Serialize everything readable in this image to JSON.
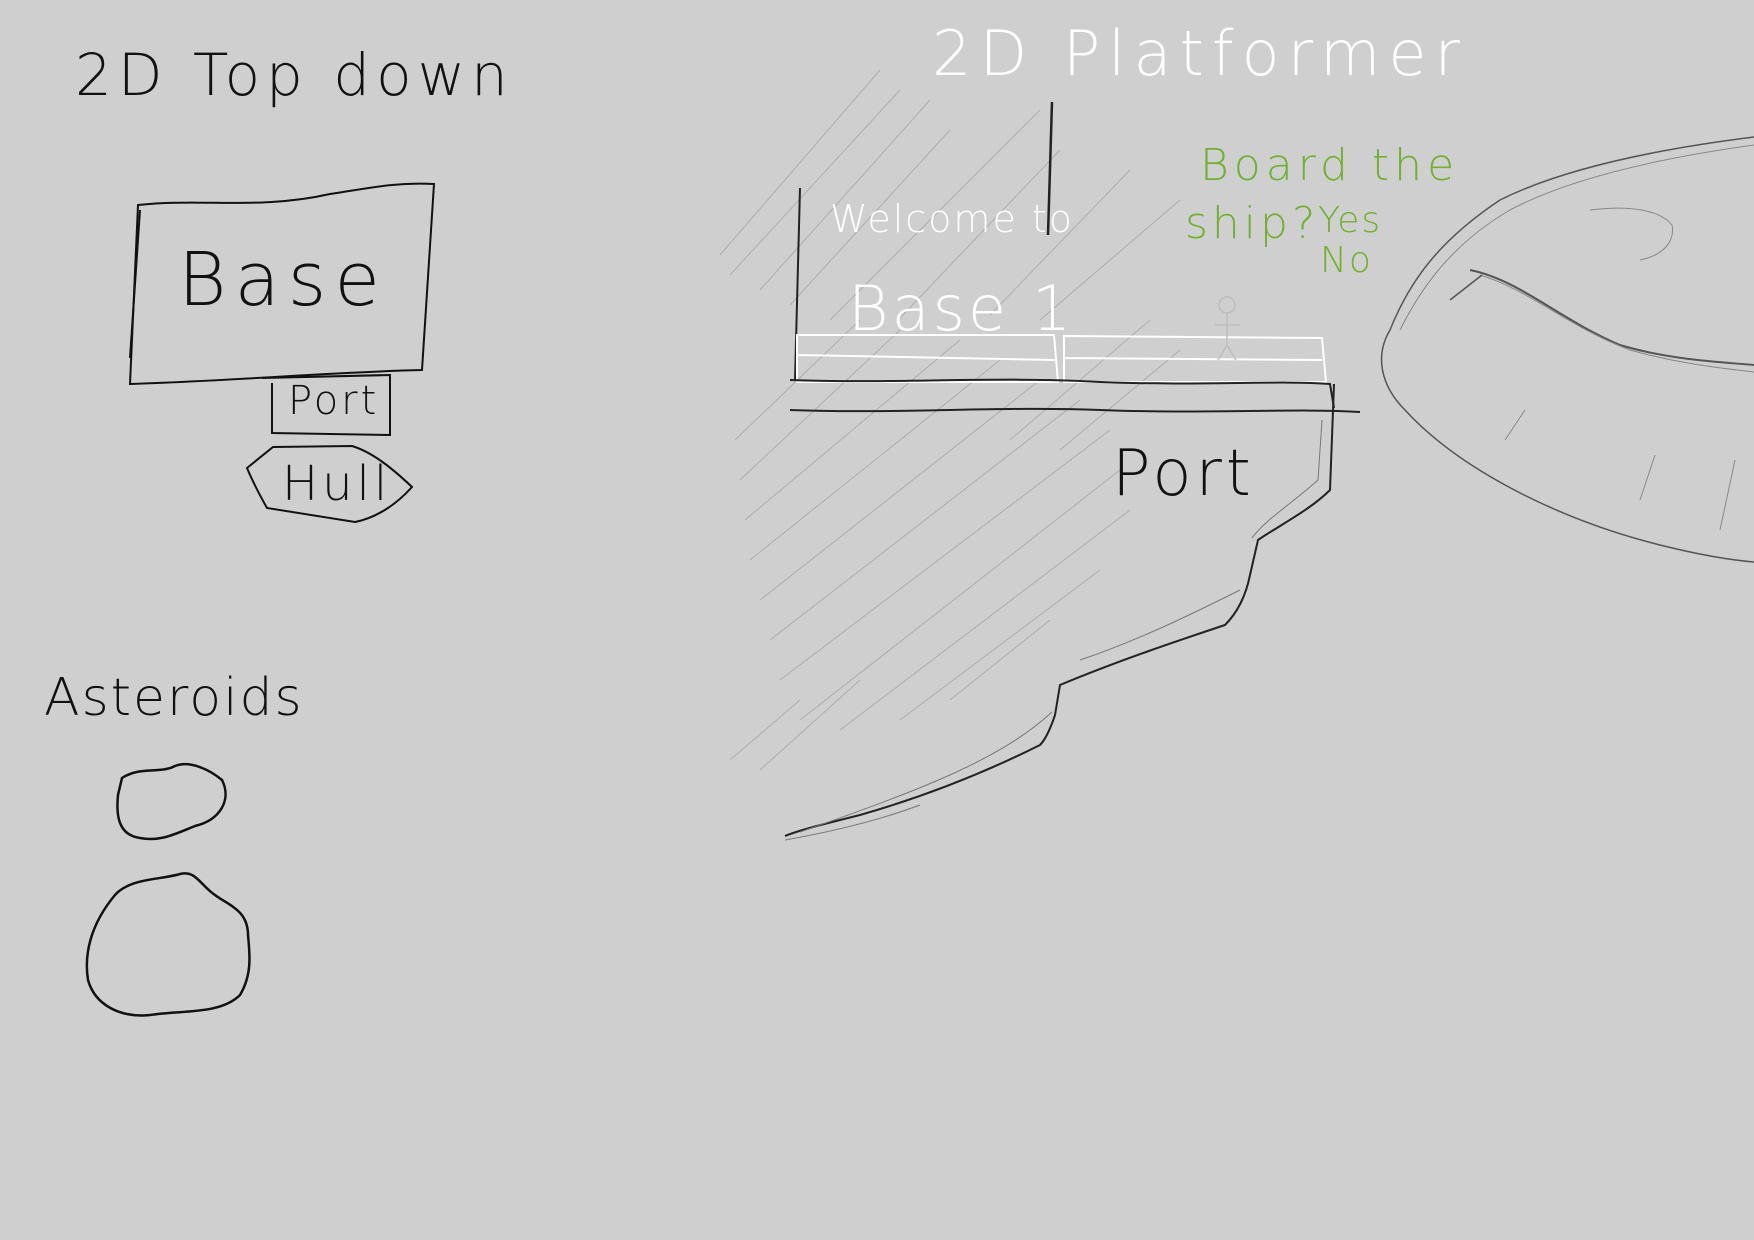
{
  "left_section": {
    "title": "2D Top down",
    "base_label": "Base",
    "port_label": "Port",
    "hull_label": "Hull",
    "asteroids_label": "Asteroids"
  },
  "right_section": {
    "title": "2D Platformer",
    "welcome_line": "Welcome to",
    "base_name": "Base 1",
    "prompt_line1": "Board the",
    "prompt_line2": "ship?",
    "option_yes": "Yes",
    "option_no": "No",
    "port_label": "Port"
  },
  "colors": {
    "background": "#cfcfcf",
    "ink": "#111111",
    "white_ink": "#ffffff",
    "green_ink": "#6fb230",
    "pencil": "#9a9a9a"
  }
}
